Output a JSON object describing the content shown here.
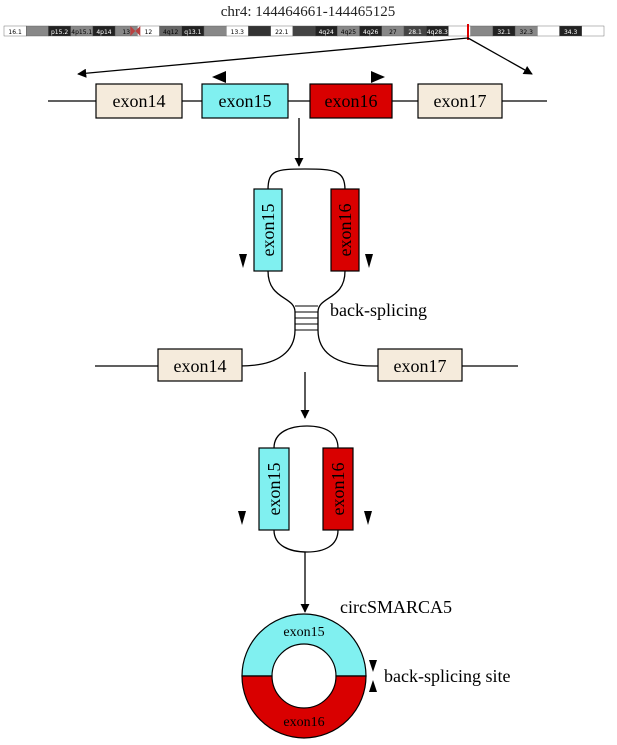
{
  "header": {
    "locus": "chr4: 144464661-144465125"
  },
  "ideogram": {
    "bands": [
      {
        "label": "16.1",
        "fill": "#ffffff"
      },
      {
        "label": "",
        "fill": "#888888"
      },
      {
        "label": "p15.2",
        "fill": "#222222"
      },
      {
        "label": "4p15.1",
        "fill": "#888888"
      },
      {
        "label": "4p14",
        "fill": "#222222"
      },
      {
        "label": "13",
        "fill": "#888888"
      },
      {
        "label": "12",
        "fill": "#ffffff"
      },
      {
        "label": "4q12",
        "fill": "#666666"
      },
      {
        "label": "q13.1",
        "fill": "#222222"
      },
      {
        "label": "",
        "fill": "#888888"
      },
      {
        "label": "13.3",
        "fill": "#ffffff"
      },
      {
        "label": "",
        "fill": "#333333"
      },
      {
        "label": "22.1",
        "fill": "#ffffff"
      },
      {
        "label": "",
        "fill": "#444444"
      },
      {
        "label": "4q24",
        "fill": "#222222"
      },
      {
        "label": "4q25",
        "fill": "#888888"
      },
      {
        "label": "4q26",
        "fill": "#222222"
      },
      {
        "label": "27",
        "fill": "#888888"
      },
      {
        "label": "28.1",
        "fill": "#444444"
      },
      {
        "label": "4q28.3",
        "fill": "#222222"
      },
      {
        "label": "",
        "fill": "#ffffff"
      },
      {
        "label": "",
        "fill": "#888888"
      },
      {
        "label": "32.1",
        "fill": "#222222"
      },
      {
        "label": "32.3",
        "fill": "#888888"
      },
      {
        "label": "",
        "fill": "#ffffff"
      },
      {
        "label": "34.3",
        "fill": "#222222"
      },
      {
        "label": "",
        "fill": "#ffffff"
      }
    ],
    "marker_color": "#dd0000"
  },
  "exons": {
    "exon14": "exon14",
    "exon15": "exon15",
    "exon16": "exon16",
    "exon17": "exon17"
  },
  "labels": {
    "back_splicing": "back-splicing",
    "circ_name": "circSMARCA5",
    "circ_exon15": "exon15",
    "circ_exon16": "exon16",
    "back_splicing_site": "back-splicing site"
  },
  "colors": {
    "exon_flank": "#f5ebdc",
    "exon15": "#80f0f0",
    "exon16": "#d90000",
    "outline": "#000000"
  }
}
